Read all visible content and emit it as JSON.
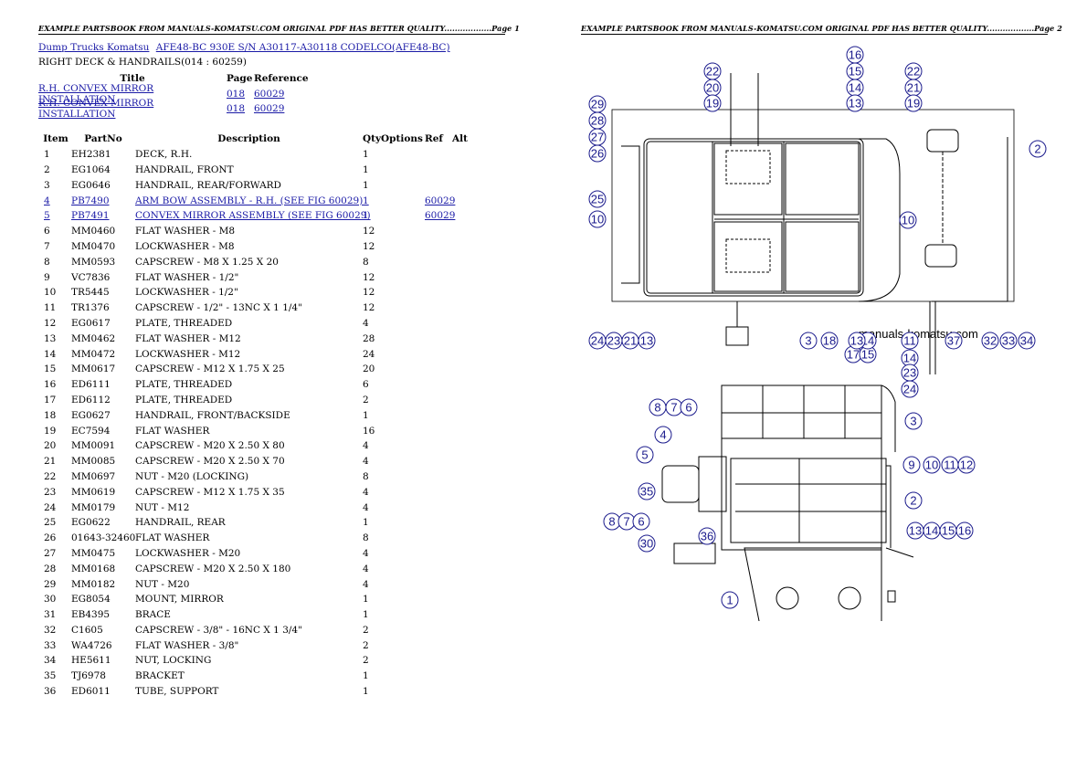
{
  "header_left": "EXAMPLE PARTSBOOK FROM MANUALS-KOMATSU.COM ORIGINAL PDF HAS BETTER QUALITY..................Page 1",
  "header_right": "EXAMPLE PARTSBOOK FROM MANUALS-KOMATSU.COM ORIGINAL PDF HAS BETTER QUALITY..................Page 2",
  "breadcrumb": {
    "link1": "Dump Trucks Komatsu",
    "link2": "AFE48-BC 930E S/N A30117-A30118 CODELCO(AFE48-BC)"
  },
  "section_title": "RIGHT DECK & HANDRAILS(014 : 60259)",
  "ref_headers": {
    "title": "Title",
    "page": "Page",
    "reference": "Reference"
  },
  "refs": [
    {
      "title": "R.H. CONVEX MIRROR INSTALLATION",
      "page": "018",
      "reference": "60029"
    },
    {
      "title": "R.H. CONVEX MIRROR INSTALLATION",
      "page": "018",
      "reference": "60029"
    }
  ],
  "parts_headers": {
    "item": "Item",
    "partno": "PartNo",
    "description": "Description",
    "qty": "Qty",
    "options": "Options",
    "ref": "Ref",
    "alt": "Alt"
  },
  "parts": [
    {
      "item": "1",
      "partno": "EH2381",
      "desc": "DECK, R.H.",
      "qty": "1",
      "ref": ""
    },
    {
      "item": "2",
      "partno": "EG1064",
      "desc": "HANDRAIL, FRONT",
      "qty": "1",
      "ref": ""
    },
    {
      "item": "3",
      "partno": "EG0646",
      "desc": "HANDRAIL, REAR/FORWARD",
      "qty": "1",
      "ref": ""
    },
    {
      "item": "4",
      "partno": "PB7490",
      "desc": "ARM BOW ASSEMBLY - R.H. (SEE FIG 60029)",
      "qty": "1",
      "ref": "60029",
      "link": true
    },
    {
      "item": "5",
      "partno": "PB7491",
      "desc": "CONVEX MIRROR ASSEMBLY (SEE FIG 60029)",
      "qty": "1",
      "ref": "60029",
      "link": true
    },
    {
      "item": "6",
      "partno": "MM0460",
      "desc": "FLAT WASHER - M8",
      "qty": "12",
      "ref": ""
    },
    {
      "item": "7",
      "partno": "MM0470",
      "desc": "LOCKWASHER - M8",
      "qty": "12",
      "ref": ""
    },
    {
      "item": "8",
      "partno": "MM0593",
      "desc": "CAPSCREW - M8 X 1.25 X 20",
      "qty": "8",
      "ref": ""
    },
    {
      "item": "9",
      "partno": "VC7836",
      "desc": "FLAT WASHER - 1/2\"",
      "qty": "12",
      "ref": ""
    },
    {
      "item": "10",
      "partno": "TR5445",
      "desc": "LOCKWASHER - 1/2\"",
      "qty": "12",
      "ref": ""
    },
    {
      "item": "11",
      "partno": "TR1376",
      "desc": "CAPSCREW - 1/2\" - 13NC X 1 1/4\"",
      "qty": "12",
      "ref": ""
    },
    {
      "item": "12",
      "partno": "EG0617",
      "desc": "PLATE, THREADED",
      "qty": "4",
      "ref": ""
    },
    {
      "item": "13",
      "partno": "MM0462",
      "desc": "FLAT WASHER - M12",
      "qty": "28",
      "ref": ""
    },
    {
      "item": "14",
      "partno": "MM0472",
      "desc": "LOCKWASHER - M12",
      "qty": "24",
      "ref": ""
    },
    {
      "item": "15",
      "partno": "MM0617",
      "desc": "CAPSCREW - M12 X 1.75 X 25",
      "qty": "20",
      "ref": ""
    },
    {
      "item": "16",
      "partno": "ED6111",
      "desc": "PLATE, THREADED",
      "qty": "6",
      "ref": ""
    },
    {
      "item": "17",
      "partno": "ED6112",
      "desc": "PLATE, THREADED",
      "qty": "2",
      "ref": ""
    },
    {
      "item": "18",
      "partno": "EG0627",
      "desc": "HANDRAIL, FRONT/BACKSIDE",
      "qty": "1",
      "ref": ""
    },
    {
      "item": "19",
      "partno": "EC7594",
      "desc": "FLAT WASHER",
      "qty": "16",
      "ref": ""
    },
    {
      "item": "20",
      "partno": "MM0091",
      "desc": "CAPSCREW - M20 X 2.50 X 80",
      "qty": "4",
      "ref": ""
    },
    {
      "item": "21",
      "partno": "MM0085",
      "desc": "CAPSCREW - M20 X 2.50 X 70",
      "qty": "4",
      "ref": ""
    },
    {
      "item": "22",
      "partno": "MM0697",
      "desc": "NUT - M20 (LOCKING)",
      "qty": "8",
      "ref": ""
    },
    {
      "item": "23",
      "partno": "MM0619",
      "desc": "CAPSCREW - M12 X 1.75 X 35",
      "qty": "4",
      "ref": ""
    },
    {
      "item": "24",
      "partno": "MM0179",
      "desc": "NUT - M12",
      "qty": "4",
      "ref": ""
    },
    {
      "item": "25",
      "partno": "EG0622",
      "desc": "HANDRAIL, REAR",
      "qty": "1",
      "ref": ""
    },
    {
      "item": "26",
      "partno": "01643-32460",
      "desc": "FLAT WASHER",
      "qty": "8",
      "ref": ""
    },
    {
      "item": "27",
      "partno": "MM0475",
      "desc": "LOCKWASHER - M20",
      "qty": "4",
      "ref": ""
    },
    {
      "item": "28",
      "partno": "MM0168",
      "desc": "CAPSCREW - M20 X 2.50 X 180",
      "qty": "4",
      "ref": ""
    },
    {
      "item": "29",
      "partno": "MM0182",
      "desc": "NUT - M20",
      "qty": "4",
      "ref": ""
    },
    {
      "item": "30",
      "partno": "EG8054",
      "desc": "MOUNT, MIRROR",
      "qty": "1",
      "ref": ""
    },
    {
      "item": "31",
      "partno": "EB4395",
      "desc": "BRACE",
      "qty": "1",
      "ref": ""
    },
    {
      "item": "32",
      "partno": "C1605",
      "desc": "CAPSCREW - 3/8\" - 16NC X 1 3/4\"",
      "qty": "2",
      "ref": ""
    },
    {
      "item": "33",
      "partno": "WA4726",
      "desc": "FLAT WASHER - 3/8\"",
      "qty": "2",
      "ref": ""
    },
    {
      "item": "34",
      "partno": "HE5611",
      "desc": "NUT, LOCKING",
      "qty": "2",
      "ref": ""
    },
    {
      "item": "35",
      "partno": "TJ6978",
      "desc": "BRACKET",
      "qty": "1",
      "ref": ""
    },
    {
      "item": "36",
      "partno": "ED6011",
      "desc": "TUBE, SUPPORT",
      "qty": "1",
      "ref": ""
    }
  ],
  "diagram": {
    "watermark": "manuals-komatsu.com",
    "callouts": [
      "22",
      "20",
      "19",
      "16",
      "15",
      "14",
      "13",
      "22",
      "21",
      "19",
      "29",
      "28",
      "27",
      "26",
      "25",
      "10",
      "2",
      "10",
      "24",
      "23",
      "21",
      "13",
      "3",
      "18",
      "17",
      "15",
      "14",
      "13",
      "11",
      "37",
      "32",
      "33",
      "34",
      "14",
      "23",
      "24",
      "8",
      "7",
      "6",
      "4",
      "5",
      "35",
      "8",
      "7",
      "6",
      "30",
      "36",
      "1",
      "3",
      "9",
      "10",
      "11",
      "12",
      "2",
      "13",
      "14",
      "15",
      "16"
    ]
  }
}
